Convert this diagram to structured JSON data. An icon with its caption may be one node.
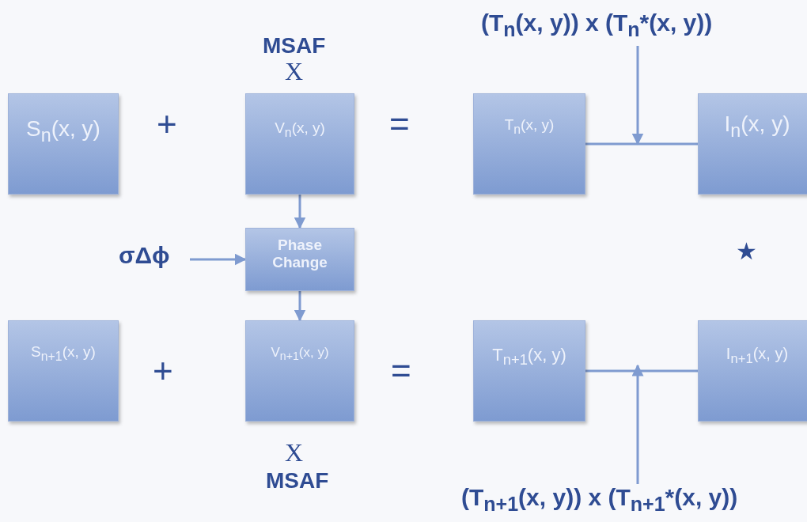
{
  "diagram": {
    "nodes": [
      {
        "text": [
          "(T$_{n}$(x, y)) x (T$_{n}$*(x, y))"
        ]
      },
      {
        "text": [
          "S$_{n}$(x, y)"
        ]
      },
      {
        "text": [
          "V$_{n}$(x, y)"
        ]
      },
      {
        "text": [
          "T$_{n}$(x, y)"
        ]
      },
      {
        "text": [
          "I$_{n}$(x, y)"
        ]
      },
      {
        "text": [
          "σΔϕ"
        ]
      },
      {
        "text": [
          "Phase Change"
        ]
      },
      {
        "text": [
          "S$_{n+1}$(x, y)"
        ]
      },
      {
        "text": [
          "V$_{n+1}$(x, y)"
        ]
      },
      {
        "text": [
          "T$_{n+1}$(x, y)"
        ]
      },
      {
        "text": [
          "I$_{n+1}$(x, y)"
        ]
      },
      {
        "text": [
          "(T$_{n+1}$(x, y)) x (T$_{n+1}$*(x, y))"
        ]
      }
    ],
    "edges": [
      {
        "from": 0,
        "to": null,
        "arrow": "to"
      },
      {
        "from": 3,
        "to": 4,
        "arrow": "none"
      },
      {
        "from": 2,
        "to": 6,
        "arrow": "to"
      },
      {
        "from": 5,
        "to": 6,
        "arrow": "to"
      },
      {
        "from": 6,
        "to": 8,
        "arrow": "to"
      },
      {
        "from": 9,
        "to": 10,
        "arrow": "none"
      },
      {
        "from": 11,
        "to": null,
        "arrow": "to"
      }
    ],
    "labels": [
      "MSAF",
      "X",
      "+",
      "=",
      "★",
      "+",
      "=",
      "X",
      "MSAF"
    ]
  }
}
